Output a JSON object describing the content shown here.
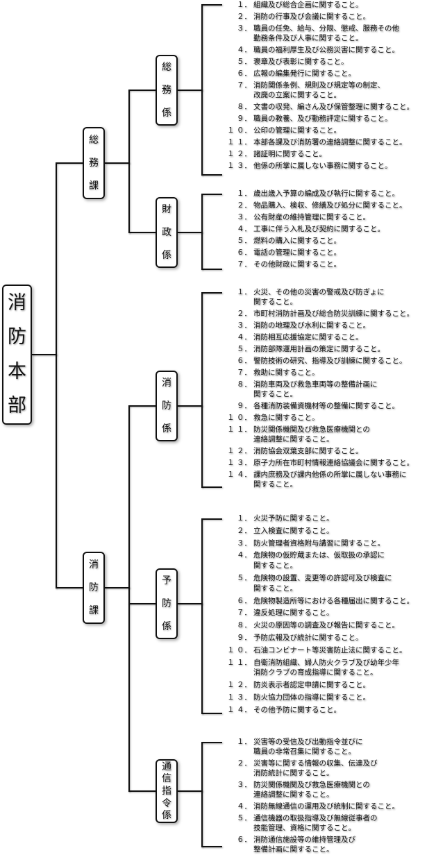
{
  "root": {
    "label": [
      "消",
      "防",
      "本",
      "部"
    ]
  },
  "divisions": [
    {
      "label": [
        "総",
        "務",
        "課"
      ],
      "sections": [
        {
          "label": [
            "総",
            "務",
            "係"
          ],
          "items": [
            "組織及び総合企画に関すること。",
            "消防の行事及び会議に関すること。",
            "職員の任免、給与、分限、懲戒、服務その他\n勤務条件及び人事に関すること。",
            "職員の福利厚生及び公務災害に関すること。",
            "褒章及び表彰に関すること。",
            "広報の編集発行に関すること。",
            "消防関係条例、規則及び規定等の制定、\n改廃の立案に関すること。",
            "文書の収発、編さん及び保管整理に関すること。",
            "職員の教養、及び勤務評定に関すること。",
            "公印の管理に関すること。",
            "本部各課及び消防署の連絡調整に関すること。",
            "諸証明に関すること。",
            "他係の所掌に属しない事務に関すること。"
          ]
        },
        {
          "label": [
            "財",
            "政",
            "係"
          ],
          "items": [
            "歳出歳入予算の編成及び執行に関すること。",
            "物品購入、検収、修繕及び処分に関すること。",
            "公有財産の維持管理に関すること。",
            "工事に伴う入札及び契約に関すること。",
            "燃料の購入に関すること。",
            "電話の管理に関すること。",
            "その他財政に関すること。"
          ]
        }
      ]
    },
    {
      "label": [
        "消",
        "防",
        "課"
      ],
      "sections": [
        {
          "label": [
            "消",
            "防",
            "係"
          ],
          "items": [
            "火災、その他の災害の警戒及び防ぎょに\n関すること。",
            "市町村消防計画及び総合防災訓練に関すること。",
            "消防の地理及び水利に関すること。",
            "消防相互応援協定に関すること。",
            "消防部隊運用計画の策定に関すること。",
            "警防技術の研究、指導及び訓練に関すること。",
            "救助に関すること。",
            "消防車両及び救急車両等の整備計画に\n関すること。",
            "各種消防装備資機材等の整備に関すること。",
            "救急に関すること。",
            "防災関係機関及び救急医療機関との\n連絡調整に関すること。",
            "消防協会双葉支部に関すること。",
            "原子力所在市町村情報連絡協議会に関すること。",
            "課内庶務及び課内他係の所掌に属しない事務に\n関すること。"
          ]
        },
        {
          "label": [
            "予",
            "防",
            "係"
          ],
          "items": [
            "火災予防に関すること。",
            "立入検査に関すること。",
            "防火管理者資格附与講習に関すること。",
            "危険物の仮貯蔵または、仮取扱の承認に\n関すること。",
            "危険物の設置、変更等の許認可及び検査に\n関すること。",
            "危険物製造所等における各種届出に関すること。",
            "違反処理に関すること。",
            "火災の原因等の調査及び報告に関すること。",
            "予防広報及び統計に関すること。",
            "石油コンビナート等災害防止法に関すること。",
            "自衛消防組織、婦人防火クラブ及び幼年少年\n消防クラブの育成指導に関すること。",
            "防炎表示者認定申請に関すること。",
            "防火協力団体の指導に関すること。",
            "その他予防に関すること。"
          ]
        },
        {
          "label": [
            "通",
            "信",
            "指",
            "令",
            "係"
          ],
          "items": [
            "災害等の受信及び出動指令並びに\n職員の非常召集に関すること。",
            "災害等に関する情報の収集、伝達及び\n消防統計に関すること。",
            "防災関係機関及び救急医療機関との\n連絡調整に関すること。",
            "消防無線通信の運用及び統制に関すること。",
            "通信機器の取扱指導及び無線従事者の\n技能管理、資格に関すること。",
            "消防通信施設等の維持管理及び\n整備計画に関すること。"
          ]
        }
      ]
    }
  ]
}
